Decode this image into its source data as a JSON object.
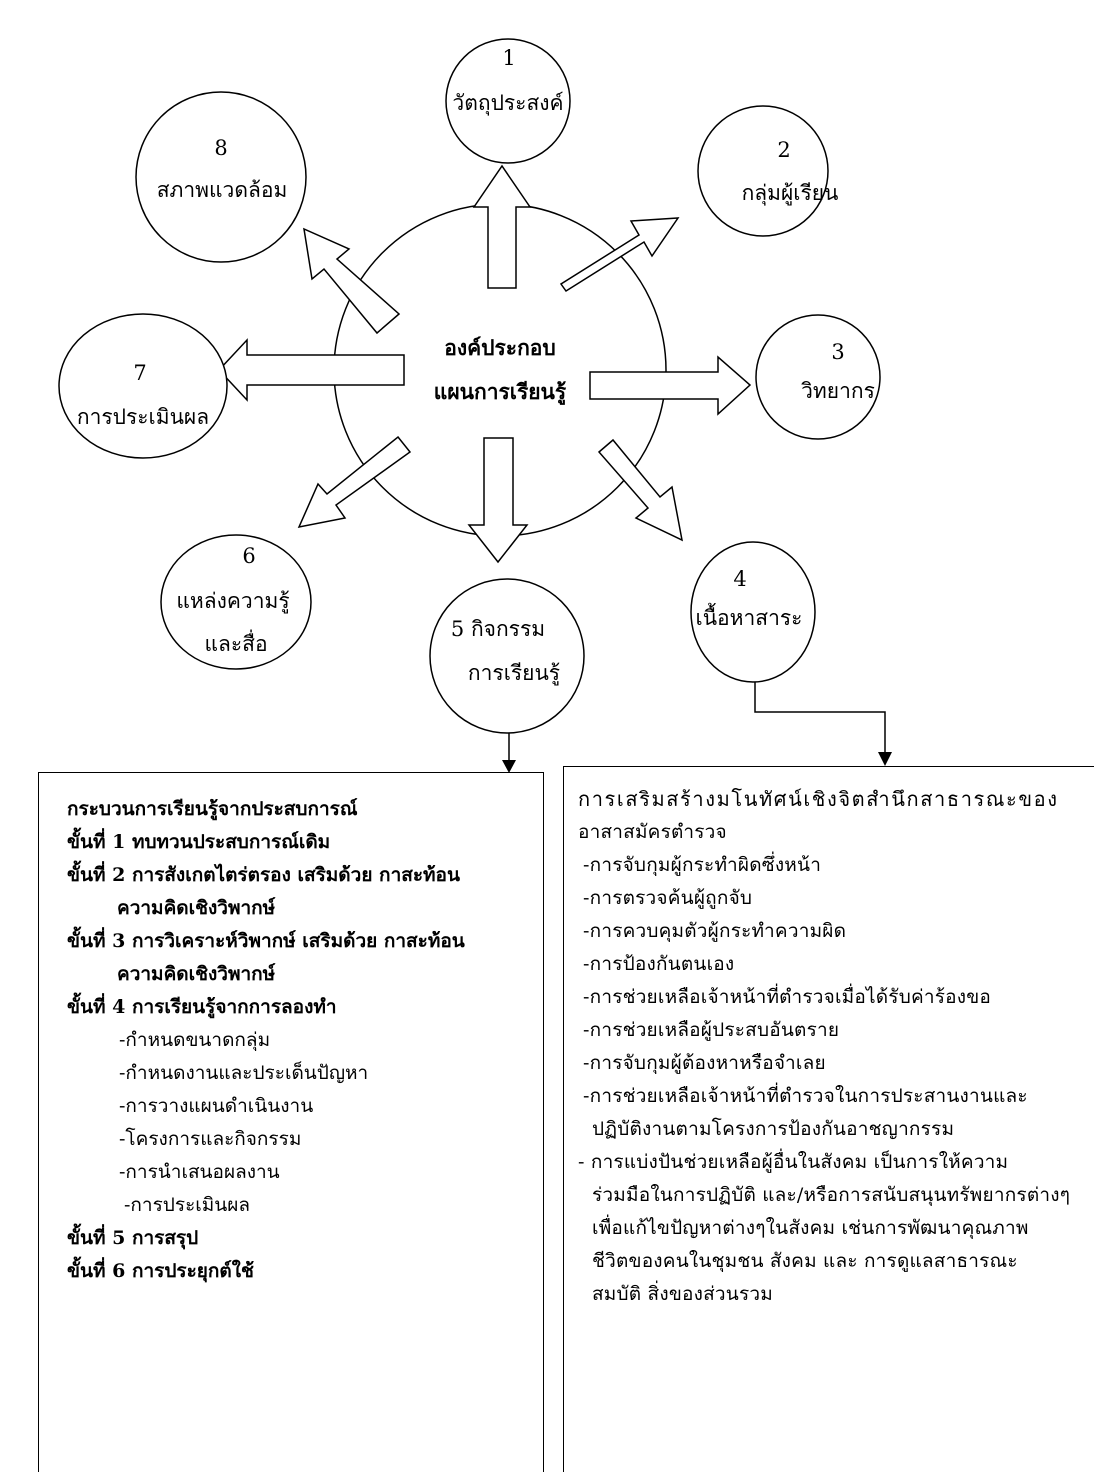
{
  "center": {
    "line1": "องค์ประกอบ",
    "line2": "แผนการเรียนรู้"
  },
  "nodes": [
    {
      "id": "objective",
      "number": "1",
      "label": "วัตถุประสงค์"
    },
    {
      "id": "learners",
      "number": "2",
      "label": "กลุ่มผู้เรียน"
    },
    {
      "id": "lecturer",
      "number": "3",
      "label": "วิทยากร"
    },
    {
      "id": "content",
      "number": "4",
      "label": "เนื้อหาสาระ"
    },
    {
      "id": "activity",
      "number": "5",
      "label": "5 กิจกรรม",
      "label2": "การเรียนรู้"
    },
    {
      "id": "resources",
      "number": "6",
      "label": "แหล่งความรู้",
      "label2": "และสื่อ"
    },
    {
      "id": "evaluation",
      "number": "7",
      "label": "การประเมินผล"
    },
    {
      "id": "environment",
      "number": "8",
      "label": "สภาพแวดล้อม"
    }
  ],
  "left_box": {
    "lines": [
      "กระบวนการเรียนรู้จากประสบการณ์",
      "ขั้นที่ 1 ทบทวนประสบการณ์เดิม",
      "ขั้นที่ 2 การสังเกตไตร่ตรอง เสริมด้วย กาสะท้อน",
      "ความคิดเชิงวิพากษ์",
      "ขั้นที่ 3 การวิเคราะห์วิพากษ์ เสริมด้วย กาสะท้อน",
      "ความคิดเชิงวิพากษ์",
      "ขั้นที่ 4 การเรียนรู้จากการลองทำ",
      "-กำหนดขนาดกลุ่ม",
      "-กำหนดงานและประเด็นปัญหา",
      "-การวางแผนดำเนินงาน",
      "-โครงการและกิจกรรม",
      "-การนำเสนอผลงาน",
      "-การประเมินผล",
      "ขั้นที่ 5 การสรุป",
      "ขั้นที่ 6 การประยุกต์ใช้"
    ]
  },
  "right_box": {
    "lines": [
      "การเสริมสร้างมโนทัศน์เชิงจิตสำนึกสาธารณะของ",
      "อาสาสมัครตำรวจ",
      "-การจับกุมผู้กระทำผิดซึ่งหน้า",
      "-การตรวจค้นผู้ถูกจับ",
      "-การควบคุมตัวผู้กระทำความผิด",
      "-การป้องกันตนเอง",
      "-การช่วยเหลือเจ้าหน้าที่ตำรวจเมื่อได้รับค่าร้องขอ",
      "-การช่วยเหลือผู้ประสบอันตราย",
      "-การจับกุมผู้ต้องหาหรือจำเลย",
      "-การช่วยเหลือเจ้าหน้าที่ตำรวจในการประสานงานและ",
      "ปฏิบัติงานตามโครงการป้องกันอาชญากรรม",
      "- การแบ่งปันช่วยเหลือผู้อื่นในสังคม  เป็นการให้ความ",
      "ร่วมมือในการปฏิบัติ และ/หรือการสนับสนุนทรัพยากรต่างๆ",
      "เพื่อแก้ไขปัญหาต่างๆในสังคม เช่นการพัฒนาคุณภาพ",
      "ชีวิตของคนในชุมชน สังคม และ การดูแลสาธารณะ",
      "สมบัติ สิ่งของส่วนรวม"
    ]
  }
}
